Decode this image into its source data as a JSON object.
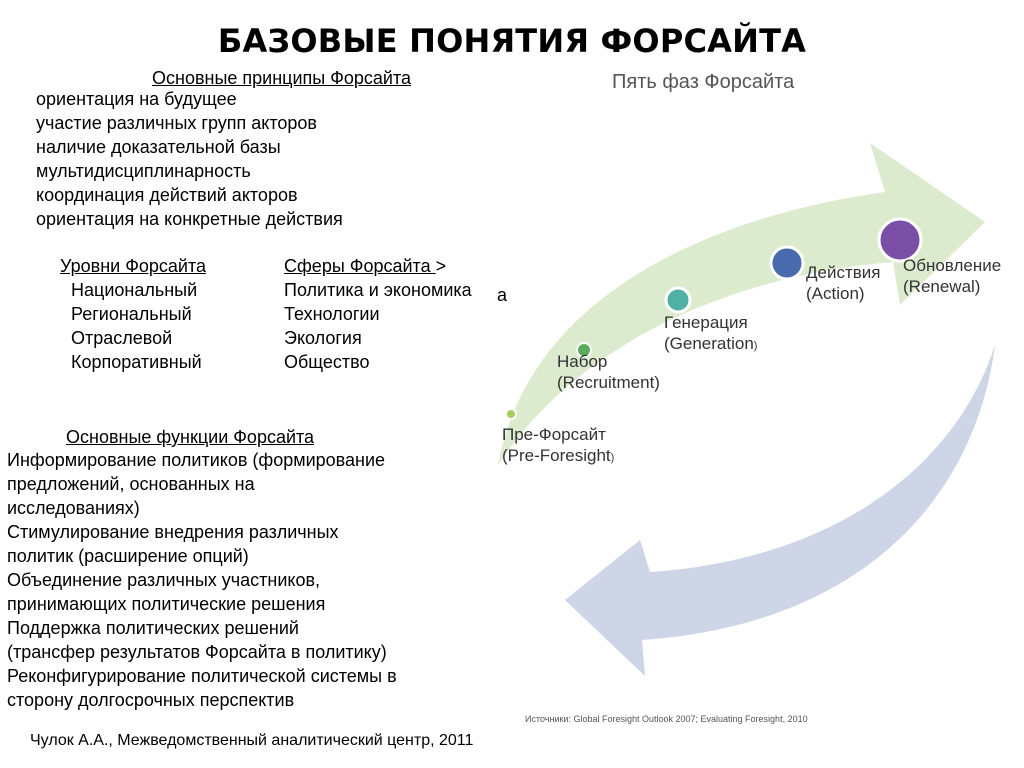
{
  "title": "БАЗОВЫЕ ПОНЯТИЯ ФОРСАЙТА",
  "principles": {
    "heading": "Основные принципы Форсайта",
    "items": [
      "ориентация на будущее",
      "участие различных групп акторов",
      "наличие доказательной базы",
      "мультидисциплинарность",
      "координация действий акторов",
      "ориентация на конкретные действия"
    ]
  },
  "levels": {
    "heading": "Уровни Форсайта",
    "items": [
      "Национальный",
      "Региональный",
      "Отраслевой",
      "Корпоративный"
    ]
  },
  "spheres": {
    "heading": "Сферы Форсайта ",
    "arrow": ">",
    "stray_char": "а",
    "items": [
      "Политика и экономика",
      "Технологии",
      "Экология",
      "Общество"
    ]
  },
  "functions": {
    "heading": "Основные функции Форсайта",
    "lines": [
      "Информирование политиков (формирование",
      "предложений, основанных на",
      "исследованиях)",
      "Стимулирование    внедрения различных",
      "политик (расширение опций)",
      "Объединение      различных участников,",
      "принимающих политические решения",
      "Поддержка      политических решений",
      "(трансфер результатов Форсайта в политику)",
      "Реконфигурирование политической системы в",
      "сторону долгосрочных перспектив"
    ]
  },
  "diagram": {
    "title": "Пять фаз Форсайта",
    "phases": [
      {
        "line1": "Пре-Форсайт",
        "line2": "(Pre-Foresight",
        "paren": ")",
        "color": "#a6cd57"
      },
      {
        "line1": "Набор",
        "line2": "(Recruitment)",
        "paren": "",
        "color": "#5aab5a"
      },
      {
        "line1": "Генерация",
        "line2": "(Generation",
        "paren": ")",
        "color": "#4fb0a4"
      },
      {
        "line1": "Действия",
        "line2": "(Action)",
        "paren": "",
        "color": "#4a6aae"
      },
      {
        "line1": "Обновление",
        "line2": "(Renewal)",
        "paren": "",
        "color": "#7a4fa6"
      }
    ],
    "colors": {
      "upper_arrow": "#dceace",
      "lower_arrow": "#cdd5e6"
    },
    "source": "Источники: Global Foresight Outlook 2007; Evaluating Foresight, 2010"
  },
  "footer": "Чулок А.А., Межведомственный аналитический центр, 2011"
}
